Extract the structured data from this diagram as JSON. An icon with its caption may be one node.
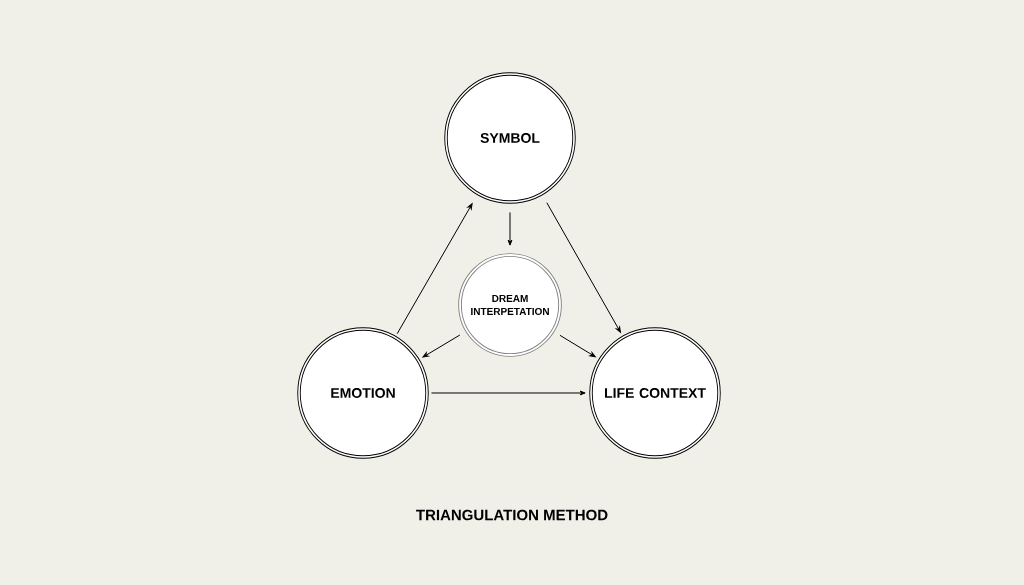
{
  "diagram": {
    "caption": "TRIANGULATION METHOD",
    "nodes": [
      {
        "text": [
          "SYMBOL"
        ]
      },
      {
        "text": [
          "DREAM INTERPETATION"
        ]
      },
      {
        "text": [
          "EMOTION"
        ]
      },
      {
        "text": [
          "LIFE CONTEXT"
        ]
      }
    ],
    "edges": [
      {
        "from": 0,
        "to": 1,
        "arrow": "to"
      },
      {
        "from": 1,
        "to": 2,
        "arrow": "to"
      },
      {
        "from": 1,
        "to": 3,
        "arrow": "to"
      },
      {
        "from": 2,
        "to": 0,
        "arrow": "to"
      },
      {
        "from": 0,
        "to": 3,
        "arrow": "to"
      },
      {
        "from": 2,
        "to": 3,
        "arrow": "to"
      }
    ]
  }
}
